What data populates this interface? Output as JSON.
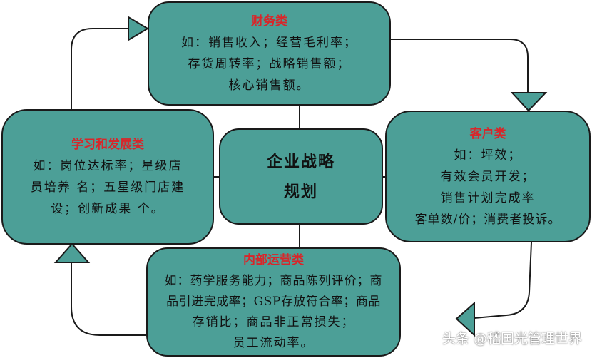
{
  "center": {
    "lines": [
      "企业战略",
      "规划"
    ]
  },
  "finance": {
    "title": "财务类",
    "lines": [
      "如：销售收入；经营毛利率；",
      "存货周转率；战略销售额；",
      "核心销售额。"
    ]
  },
  "customer": {
    "title": "客户类",
    "lines": [
      "如：坪效；",
      "有效会员开发；",
      "销售计划完成率",
      "客单数/价；消费者投诉。"
    ]
  },
  "internal": {
    "title": "内部运营类",
    "lines": [
      "如：药学服务能力；商品陈列评价；商",
      "品引进完成率；GSP存放符合率；商品",
      "存销比；商品非正常损失；",
      "员工流动率。"
    ]
  },
  "learning": {
    "title": "学习和发展类",
    "lines": [
      "如：岗位达标率；星级店",
      "员培养 名；五星级门店建",
      "设；创新成果  个。"
    ]
  },
  "colors": {
    "box_fill": "#4c9f97",
    "title_red": "#d8262a"
  },
  "watermark": "头条 @嵇国光管理世界"
}
